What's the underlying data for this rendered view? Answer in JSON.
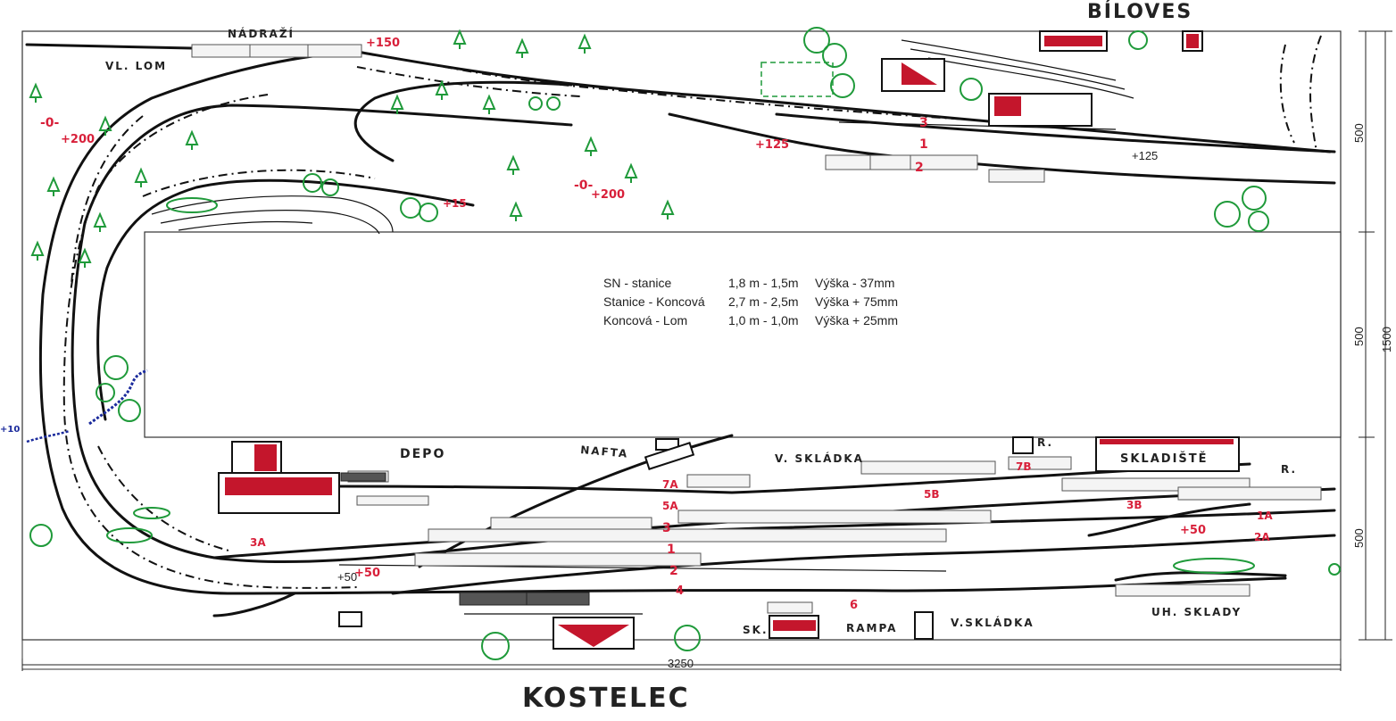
{
  "stations": {
    "top": "BÍLOVES",
    "bottom": "KOSTELEC"
  },
  "labels": {
    "nadrazi": "NÁDRAŽÍ",
    "lom": "VL. LOM",
    "depo": "DEPO",
    "nafta": "NAFTA",
    "skladka_top": "V. SKLÁDKA",
    "skladiste": "SKLADIŠTĚ",
    "r1": "R.",
    "r2": "R.",
    "sk": "SK.",
    "rampa": "RAMPA",
    "skladka_bottom": "V.SKLÁDKA",
    "uh_sklady": "UH. SKLADY"
  },
  "heights": {
    "h150": "+150",
    "h200a": "+200",
    "h200b": "+200",
    "h125": "+125",
    "h125_small": "+125",
    "h15": "+15",
    "h50a": "+50",
    "h50b": "+50",
    "h50_small": "+50",
    "zero_a": "-0-",
    "zero_b": "-0-",
    "h10": "+10"
  },
  "tracks_top": [
    "3",
    "1",
    "2"
  ],
  "tracks_bottom": [
    "7A",
    "7B",
    "5A",
    "5B",
    "3",
    "3A",
    "3B",
    "1",
    "1A",
    "2",
    "2A",
    "4",
    "6"
  ],
  "legend": [
    {
      "route": "SN - stanice",
      "length": "1,8 m - 1,5m",
      "height": "Výška - 37mm"
    },
    {
      "route": "Stanice - Koncová",
      "length": "2,7 m - 2,5m",
      "height": "Výška + 75mm"
    },
    {
      "route": "Koncová - Lom",
      "length": "1,0 m - 1,0m",
      "height": "Výška + 25mm"
    }
  ],
  "dimensions": {
    "width": "3250",
    "section_top": "500",
    "section_mid": "500",
    "section_bottom": "500",
    "total": "1500"
  },
  "colors": {
    "track": "#111111",
    "annotation_red": "#d8203a",
    "tree_green": "#1f9a3a",
    "water_blue": "#1a2a9c"
  }
}
